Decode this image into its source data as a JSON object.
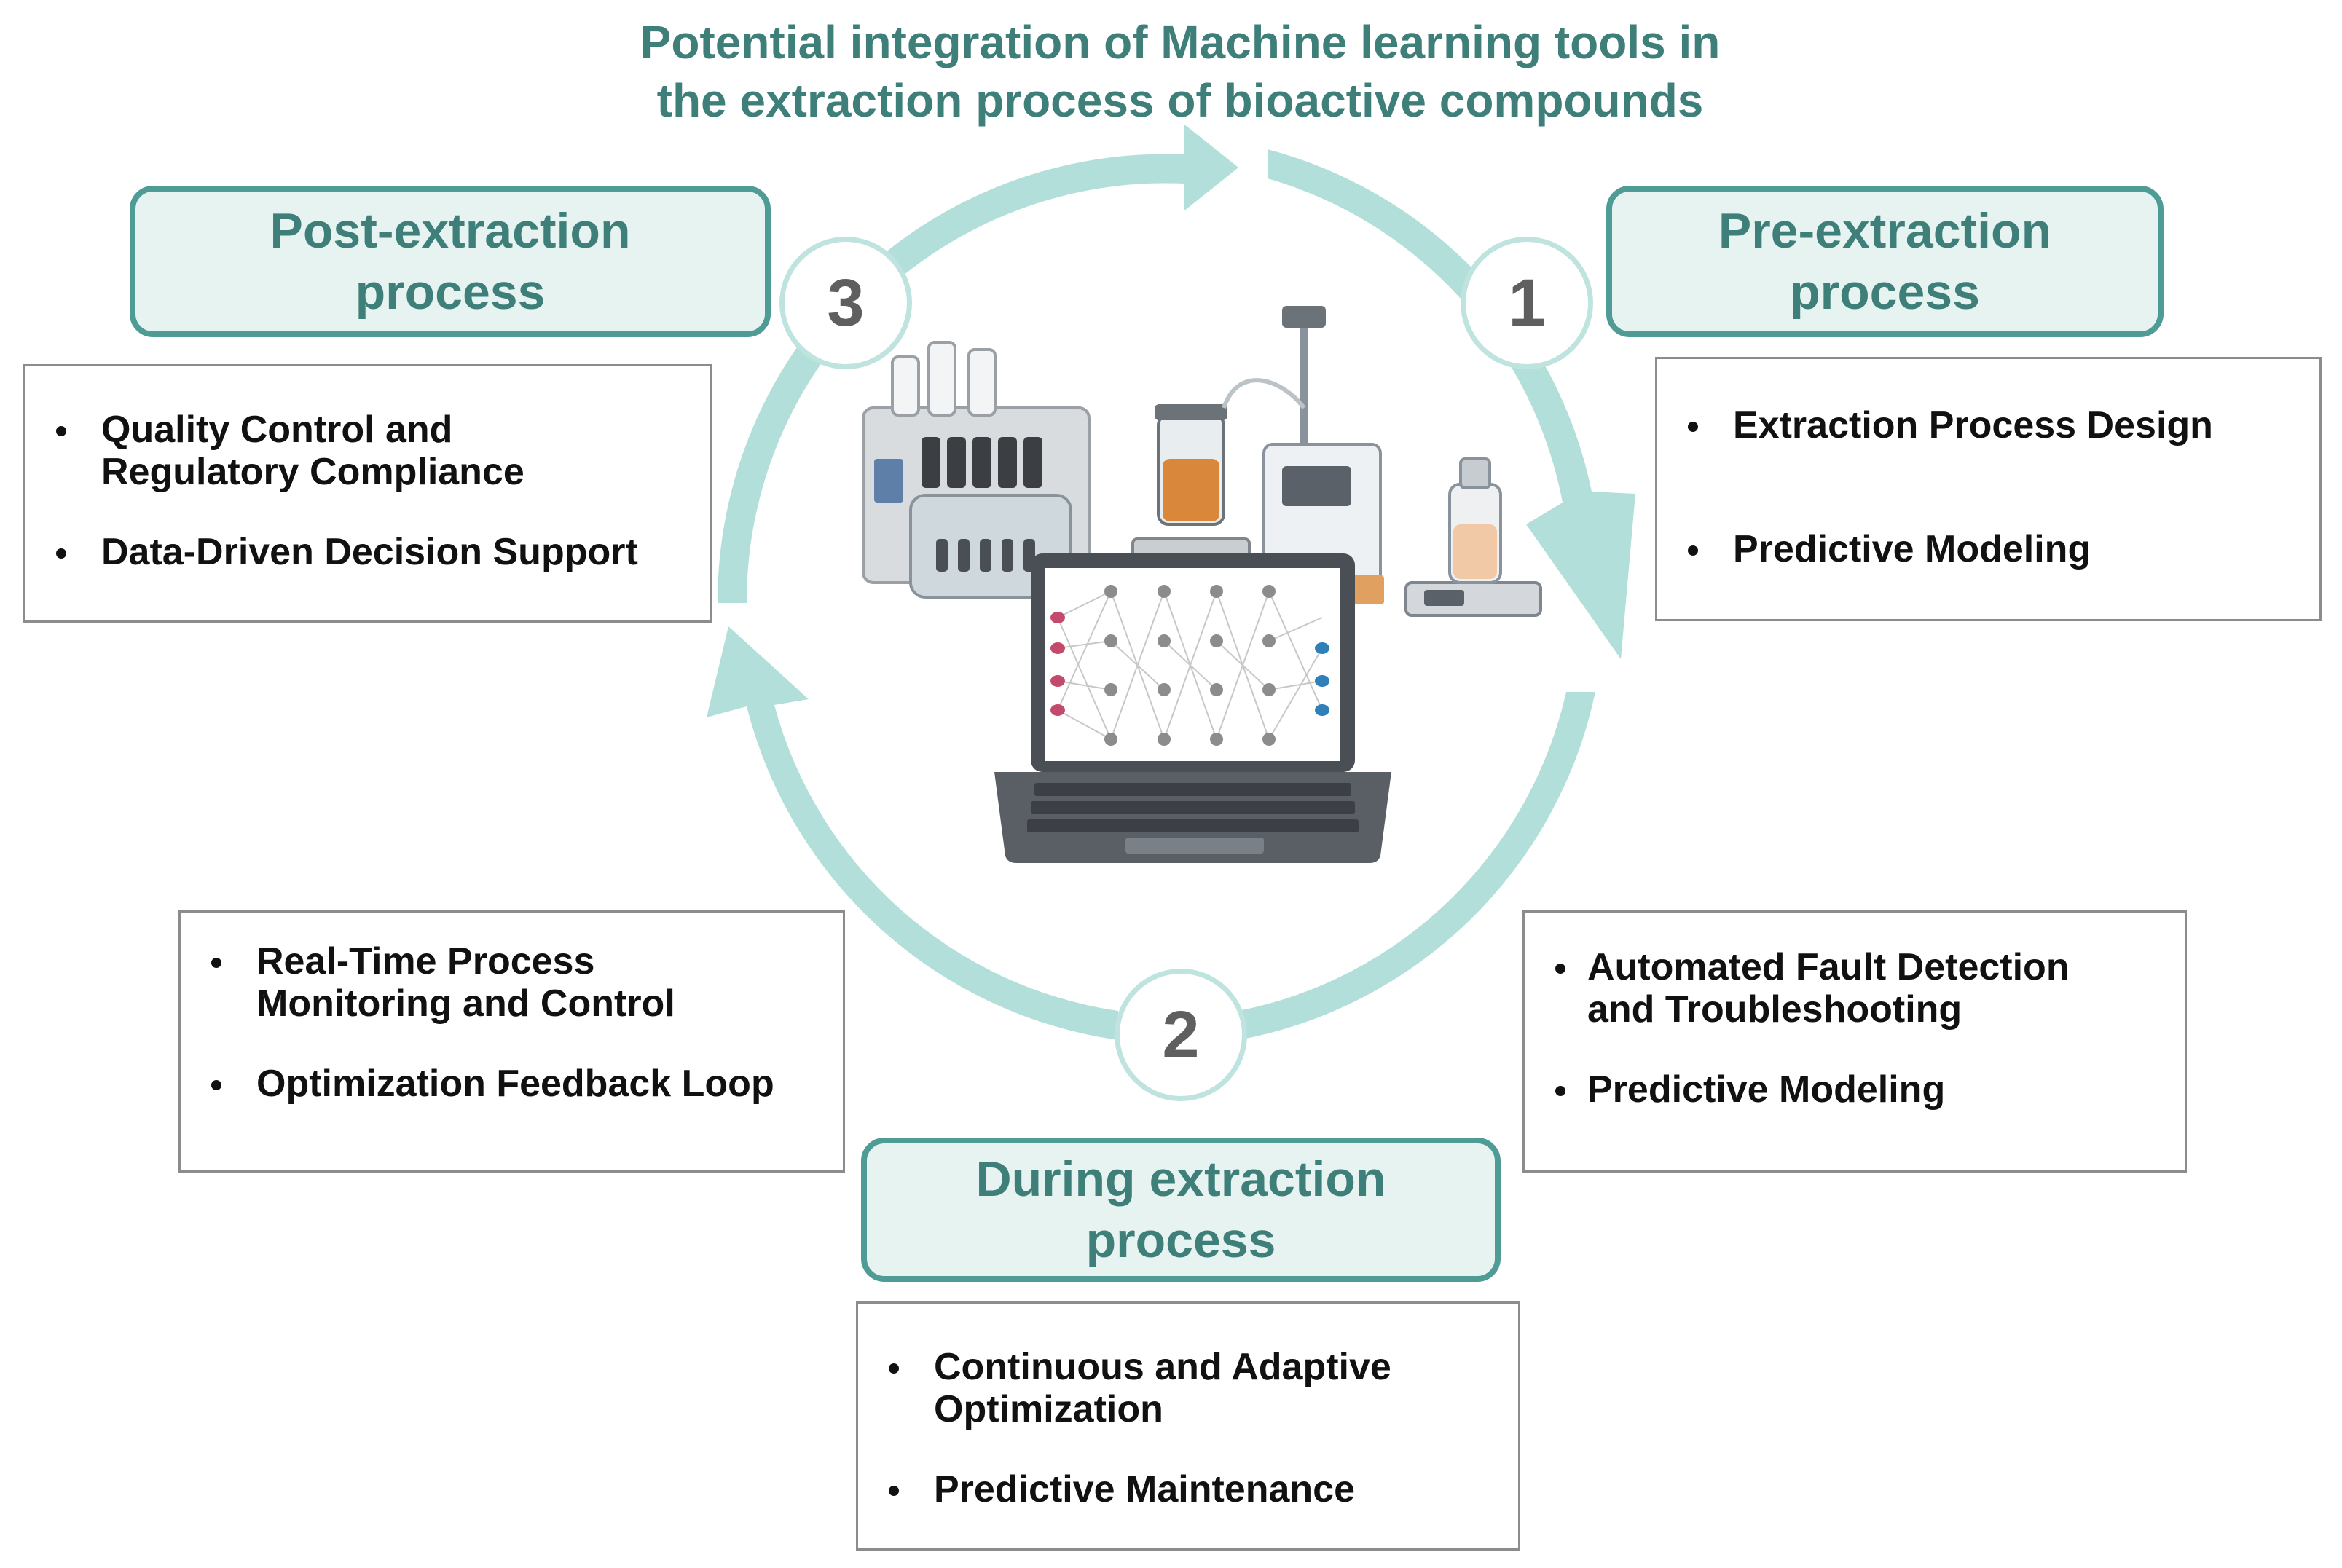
{
  "title": "Potential integration of Machine learning tools in\nthe extraction process of bioactive compounds",
  "phases": [
    {
      "number": "1",
      "label": "Pre-extraction\nprocess",
      "items": [
        "Extraction Process Design",
        "Predictive Modeling"
      ]
    },
    {
      "number": "2",
      "label": "During extraction\nprocess",
      "items": [
        "Continuous and Adaptive\nOptimization",
        "Predictive Maintenance"
      ]
    },
    {
      "number": "3",
      "label": "Post-extraction\nprocess",
      "items": [
        "Quality Control and\nRegulatory Compliance",
        "Data-Driven Decision Support"
      ]
    }
  ],
  "during_left_items": [
    "Real-Time Process\nMonitoring and Control",
    "Optimization Feedback Loop"
  ],
  "during_right_items": [
    "Automated Fault Detection\nand Troubleshooting",
    "Predictive Modeling"
  ],
  "colors": {
    "cycle_arrow": "#b3dfda",
    "phase_border": "#4f9c97",
    "phase_fill": "#e6f3f1",
    "title_text": "#3f7f7a",
    "number_text": "#5f5f5f"
  },
  "center_illustration": [
    "lab-equipment-icon",
    "laptop-neural-network-icon"
  ]
}
